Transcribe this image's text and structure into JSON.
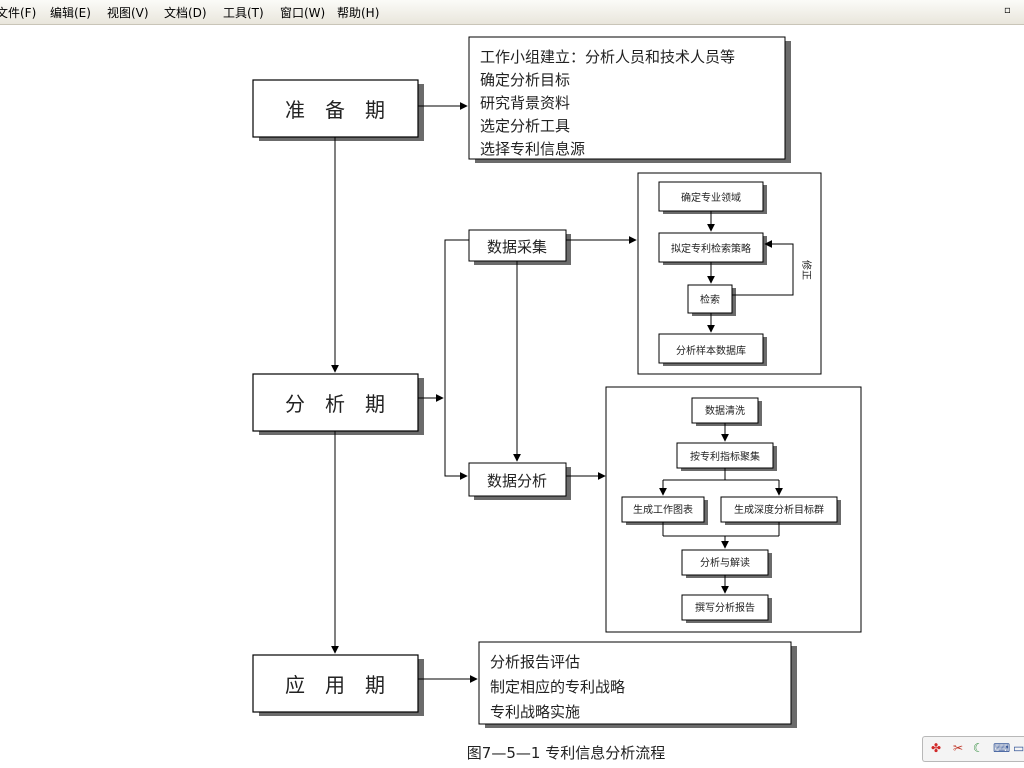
{
  "menu": {
    "items": [
      "文件(F)",
      "编辑(E)",
      "视图(V)",
      "文档(D)",
      "工具(T)",
      "窗口(W)",
      "帮助(H)"
    ]
  },
  "diagram": {
    "phases": {
      "prepare": "准　备　期",
      "analyze": "分　析　期",
      "apply": "应　用　期"
    },
    "prepare_notes": [
      "工作小组建立：分析人员和技术人员等",
      "确定分析目标",
      "研究背景资料",
      "选定分析工具",
      "选择专利信息源"
    ],
    "data_collection": "数据采集",
    "data_analysis": "数据分析",
    "collection_steps": {
      "field": "确定专业领域",
      "strategy": "拟定专利检索策略",
      "search": "检索",
      "sample_db": "分析样本数据库",
      "revise": "修正"
    },
    "analysis_steps": {
      "clean": "数据清洗",
      "cluster": "按专利指标聚集",
      "charts": "生成工作图表",
      "deep": "生成深度分析目标群",
      "interpret": "分析与解读",
      "report": "撰写分析报告"
    },
    "apply_notes": [
      "分析报告评估",
      "制定相应的专利战略",
      "专利战略实施"
    ],
    "caption": "图7—5—1  专利信息分析流程"
  },
  "tray": {
    "icons": [
      "pinwheel-icon",
      "scissors-icon",
      "moon-icon",
      "keyboard-icon",
      "window-icon"
    ]
  }
}
